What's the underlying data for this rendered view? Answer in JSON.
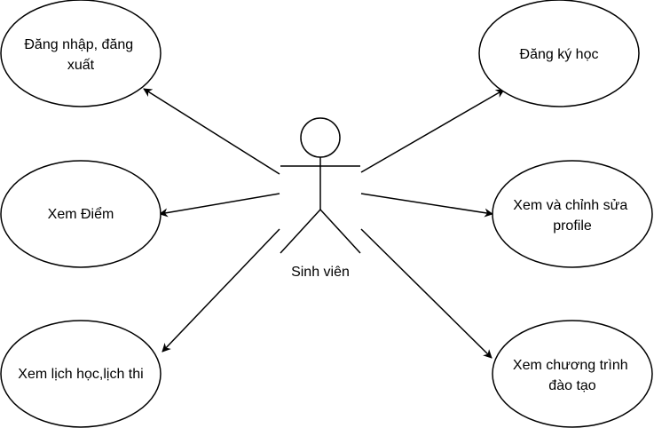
{
  "actor": {
    "name": "Sinh viên"
  },
  "use_cases": [
    {
      "id": "login-logout",
      "lines": [
        "Đăng nhập, đăng",
        "xuất"
      ]
    },
    {
      "id": "view-grades",
      "lines": [
        "Xem Điểm"
      ]
    },
    {
      "id": "view-schedule",
      "lines": [
        "Xem lịch học,lịch thi"
      ]
    },
    {
      "id": "course-registration",
      "lines": [
        "Đăng ký học"
      ]
    },
    {
      "id": "edit-profile",
      "lines": [
        "Xem và chỉnh sửa",
        "profile"
      ]
    },
    {
      "id": "view-curriculum",
      "lines": [
        "Xem chương trình",
        "đào tạo"
      ]
    }
  ],
  "colors": {
    "stroke": "#000000",
    "fill": "#ffffff",
    "background": "#ffffff"
  }
}
